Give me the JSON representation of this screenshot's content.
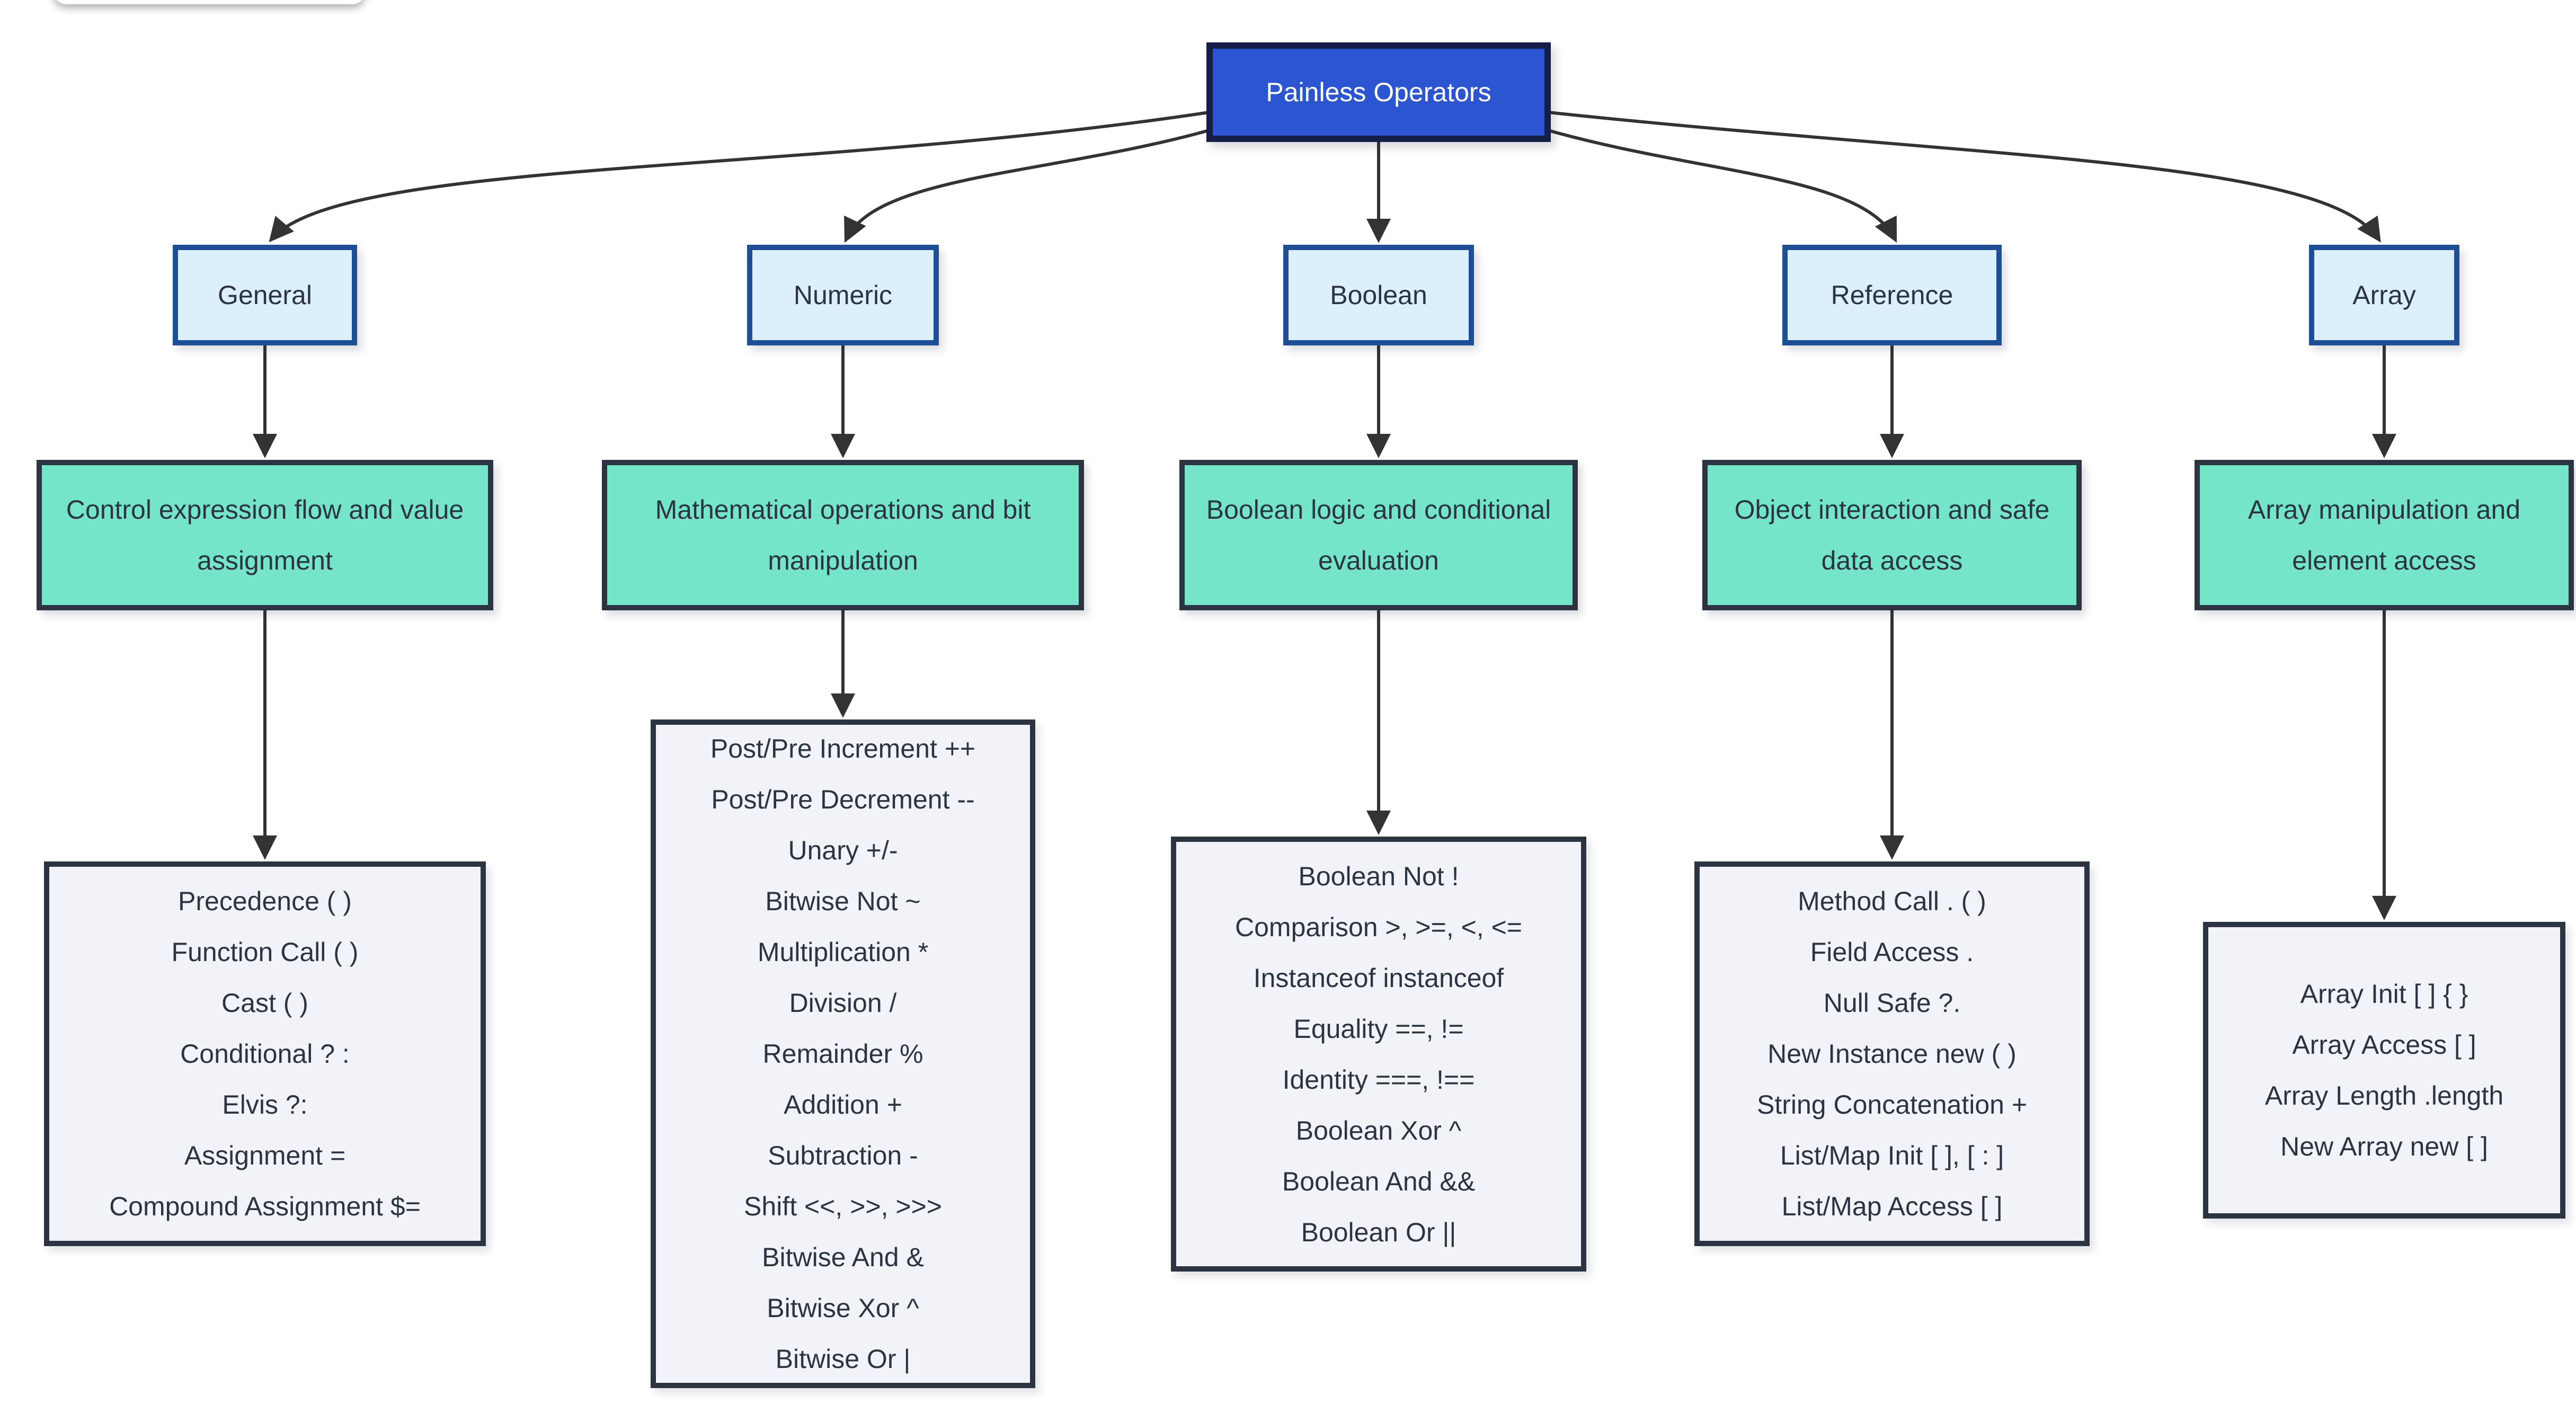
{
  "root": {
    "label": "Painless Operators"
  },
  "columns": [
    {
      "label": "General",
      "description": "Control expression flow and value assignment",
      "details": [
        "Precedence ( )",
        "Function Call ( )",
        "Cast ( )",
        "Conditional ? :",
        "Elvis ?:",
        "Assignment =",
        "Compound Assignment $="
      ]
    },
    {
      "label": "Numeric",
      "description": "Mathematical operations and bit manipulation",
      "details": [
        "Post/Pre Increment ++",
        "Post/Pre Decrement --",
        "Unary +/-",
        "Bitwise Not ~",
        "Multiplication *",
        "Division /",
        "Remainder %",
        "Addition +",
        "Subtraction -",
        "Shift <<, >>, >>>",
        "Bitwise And &",
        "Bitwise Xor ^",
        "Bitwise Or |"
      ]
    },
    {
      "label": "Boolean",
      "description": "Boolean logic and conditional evaluation",
      "details": [
        "Boolean Not !",
        "Comparison >, >=, <, <=",
        "Instanceof instanceof",
        "Equality ==, !=",
        "Identity ===, !==",
        "Boolean Xor ^",
        "Boolean And &&",
        "Boolean Or ||"
      ]
    },
    {
      "label": "Reference",
      "description": "Object interaction and safe data access",
      "details": [
        "Method Call . ( )",
        "Field Access .",
        "Null Safe ?.",
        "New Instance new ( )",
        "String Concatenation +",
        "List/Map Init [ ], [ : ]",
        "List/Map Access [ ]"
      ]
    },
    {
      "label": "Array",
      "description": "Array manipulation and element access",
      "details": [
        "Array Init [ ] { }",
        "Array Access [ ]",
        "Array Length .length",
        "New Array new [ ]"
      ]
    }
  ],
  "colors": {
    "root_fill": "#2B55D1",
    "root_border": "#141E47",
    "root_text": "#FFFFFF",
    "category_fill": "#DCF0FC",
    "category_border": "#1E4E96",
    "teal_fill": "#74E5C8",
    "box_border_dark": "#2B3440",
    "detail_fill": "#F1F3F8",
    "text": "#2B3440",
    "edge": "#333333"
  }
}
